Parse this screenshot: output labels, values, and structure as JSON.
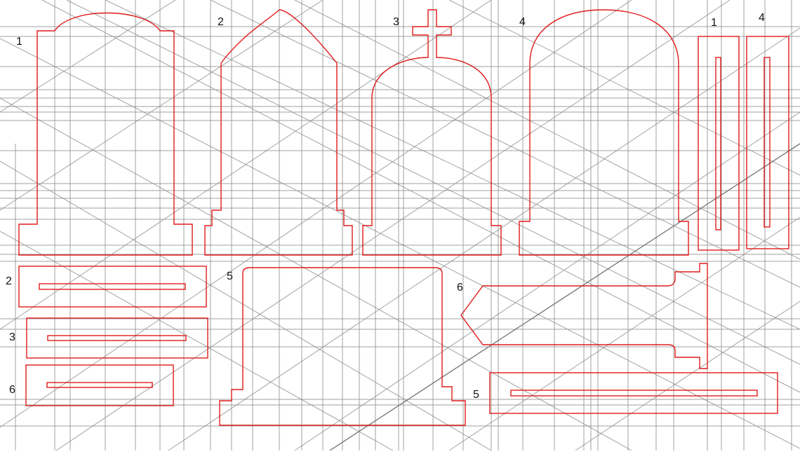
{
  "colors": {
    "background": "#ffffff",
    "guide_line": "#8c8c8c",
    "outline": "#e01b1b",
    "label_text": "#111111"
  },
  "labels": {
    "tombstone_1": "1",
    "tombstone_2": "2",
    "tombstone_3": "3",
    "tombstone_4": "4",
    "stand_1": "1",
    "stand_4": "4",
    "base_2": "2",
    "base_3": "3",
    "base_6": "6",
    "tombstone_5": "5",
    "tombstone_6": "6",
    "base_5": "5"
  }
}
